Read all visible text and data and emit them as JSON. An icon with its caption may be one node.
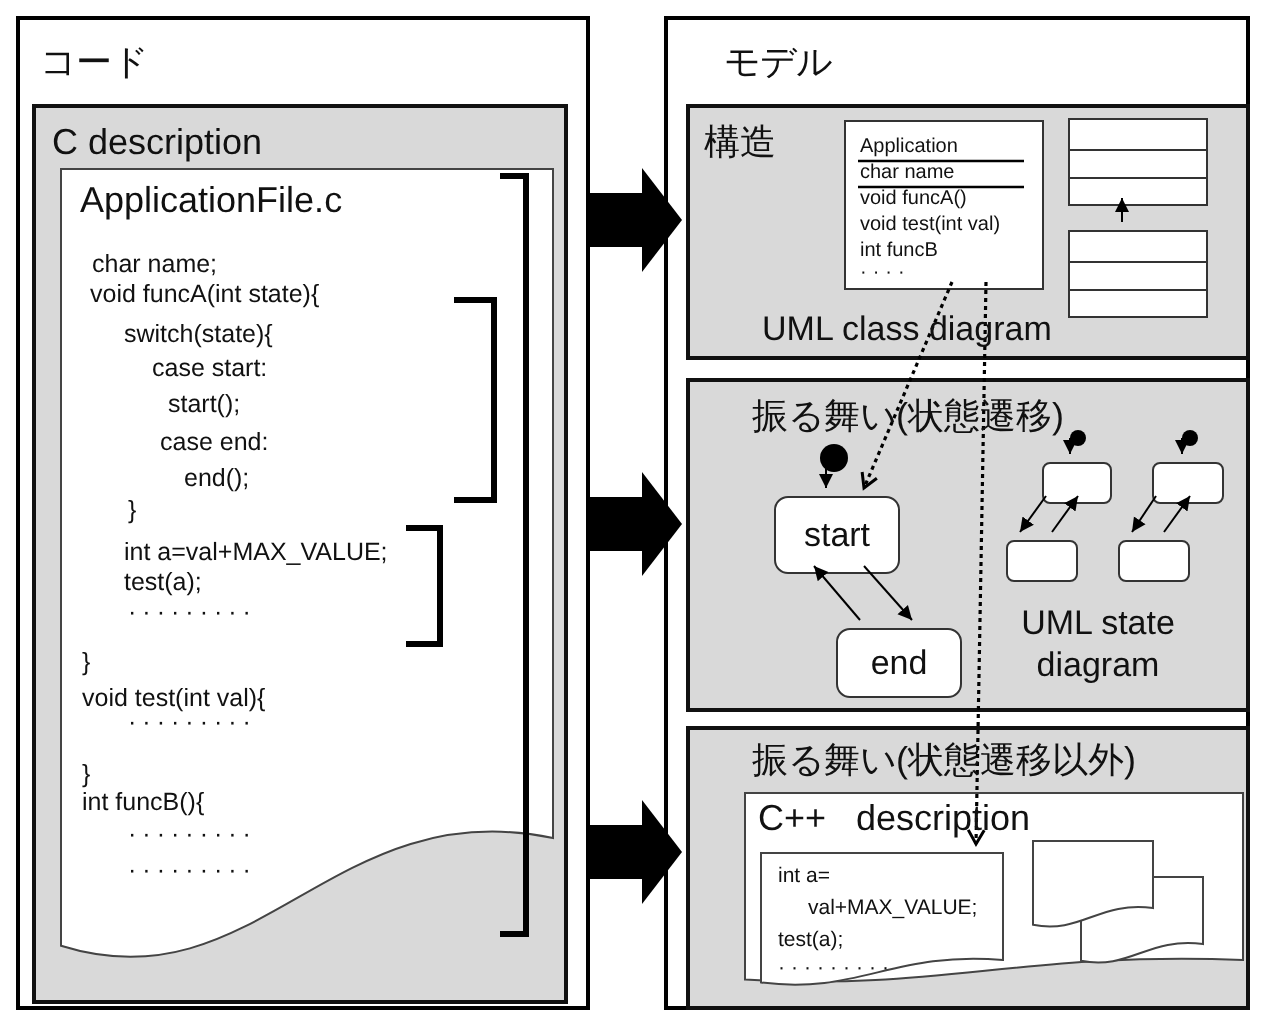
{
  "diagram": {
    "nodes": [
      {
        "text": [
          "コード"
        ]
      },
      {
        "text": [
          "C description"
        ],
        "in": 0
      },
      {
        "text": [
          "ApplicationFile.c",
          "char name;",
          "void funcA(int state){",
          "switch(state){",
          "case start:",
          "start();",
          "case end:",
          "end();",
          "}",
          "int a=val+MAX_VALUE;",
          "test(a);",
          "·········",
          "}",
          "void test(int  val){",
          "·········",
          "}",
          "int funcB(){",
          "·········",
          "·········"
        ],
        "in": 1
      },
      {
        "text": [
          "モデル"
        ]
      },
      {
        "text": [
          "構造",
          "UML class diagram"
        ],
        "in": 3
      },
      {
        "text": [
          "Application",
          "char name",
          "void funcA()",
          "void test(int val)",
          "int funcB",
          "····"
        ],
        "in": 4
      },
      {
        "text": [],
        "shape": "box",
        "in": 4
      },
      {
        "text": [],
        "shape": "box",
        "in": 4
      },
      {
        "text": [
          "振る舞い(状態遷移)",
          "UML state diagram"
        ],
        "in": 3
      },
      {
        "text": [],
        "shape": "circle",
        "in": 8
      },
      {
        "text": [
          "start"
        ],
        "in": 8
      },
      {
        "text": [
          "end"
        ],
        "in": 8
      },
      {
        "text": [],
        "shape": "circle",
        "in": 8
      },
      {
        "text": [],
        "shape": "circle",
        "in": 8
      },
      {
        "text": [],
        "shape": "box",
        "in": 8
      },
      {
        "text": [],
        "shape": "box",
        "in": 8
      },
      {
        "text": [],
        "shape": "box",
        "in": 8
      },
      {
        "text": [],
        "shape": "box",
        "in": 8
      },
      {
        "text": [
          "振る舞い(状態遷移以外)"
        ],
        "in": 3
      },
      {
        "text": [
          "C++ description"
        ],
        "in": 18
      },
      {
        "text": [
          "int a=",
          "val+MAX_VALUE;",
          "test(a);",
          "·········"
        ],
        "in": 19
      },
      {
        "text": [],
        "shape": "document",
        "in": 19
      },
      {
        "text": [],
        "shape": "document",
        "in": 19
      }
    ],
    "edges": [
      {
        "from": 0,
        "to": 4,
        "arrow": "to",
        "style": "thick"
      },
      {
        "from": 0,
        "to": 8,
        "arrow": "to",
        "style": "thick"
      },
      {
        "from": 0,
        "to": 18,
        "arrow": "to",
        "style": "thick"
      },
      {
        "from": 7,
        "to": 6,
        "arrow": "to"
      },
      {
        "from": 5,
        "to": 10,
        "arrow": "to",
        "style": "dashed"
      },
      {
        "from": 5,
        "to": 20,
        "arrow": "to",
        "style": "dashed"
      },
      {
        "from": 9,
        "to": 10,
        "arrow": "to"
      },
      {
        "from": 10,
        "to": 11,
        "arrow": "to"
      },
      {
        "from": 11,
        "to": 10,
        "arrow": "to"
      },
      {
        "from": 12,
        "to": 14,
        "arrow": "to"
      },
      {
        "from": 13,
        "to": 15,
        "arrow": "to"
      },
      {
        "from": 14,
        "to": 16,
        "arrow": "to"
      },
      {
        "from": 16,
        "to": 14,
        "arrow": "to"
      },
      {
        "from": 15,
        "to": 17,
        "arrow": "to"
      },
      {
        "from": 17,
        "to": 15,
        "arrow": "to"
      }
    ]
  }
}
